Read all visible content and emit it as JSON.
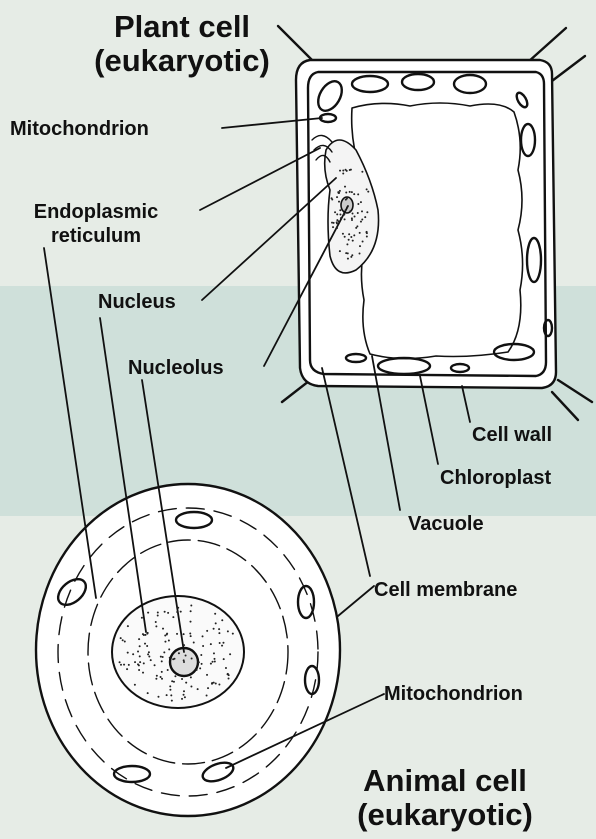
{
  "plant_cell": {
    "title_line1": "Plant cell",
    "title_line2": "(eukaryotic)"
  },
  "animal_cell": {
    "title_line1": "Animal cell",
    "title_line2": "(eukaryotic)"
  },
  "labels": {
    "mitochondrion_plant": "Mitochondrion",
    "er_line1": "Endoplasmic",
    "er_line2": "reticulum",
    "nucleus": "Nucleus",
    "nucleolus": "Nucleolus",
    "cell_wall": "Cell wall",
    "chloroplast": "Chloroplast",
    "vacuole": "Vacuole",
    "cell_membrane": "Cell membrane",
    "mitochondrion_animal": "Mitochondrion"
  },
  "colors": {
    "ink": "#111111",
    "background": "#e6ece6",
    "band": "#cfe0da",
    "cell_fill": "#ffffff"
  }
}
